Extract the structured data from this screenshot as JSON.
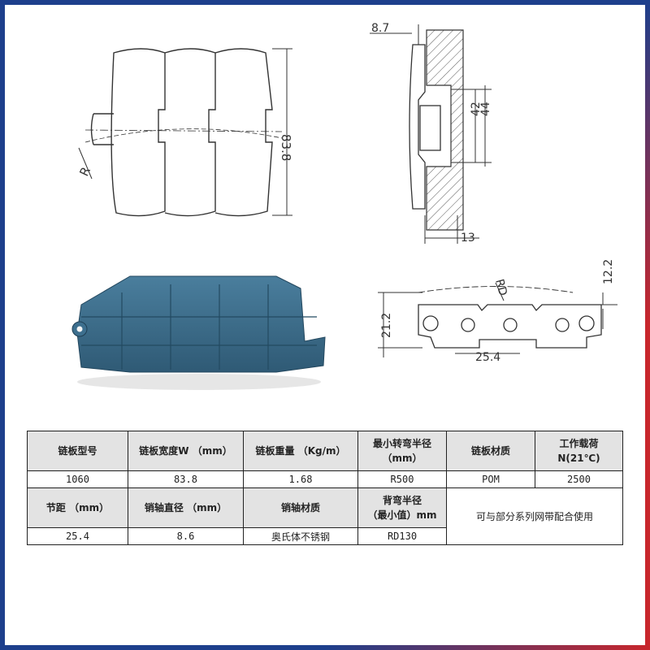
{
  "drawing": {
    "dim_width": "83.8",
    "dim_radius": "R",
    "dim_8_7": "8.7",
    "dim_42": "42",
    "dim_44": "44",
    "dim_13": "13",
    "dim_rd": "RD",
    "dim_12_2": "12.2",
    "dim_21_2": "21.2",
    "dim_25_4": "25.4"
  },
  "colors": {
    "chain_blue": "#3d6f8e",
    "border_blue": "#1d3f8c",
    "border_red": "#c8262c",
    "header_gray": "#e3e3e3"
  },
  "table": {
    "row1_headers": [
      "链板型号",
      "链板宽度W （mm）",
      "链板重量 （Kg/m）",
      "最小转弯半径",
      "（mm）",
      "链板材质",
      "工作载荷",
      "N(21℃)"
    ],
    "row1_values": [
      "1060",
      "83.8",
      "1.68",
      "R500",
      "POM",
      "2500"
    ],
    "row2_headers": [
      "节距 （mm）",
      "销轴直径 （mm）",
      "销轴材质",
      "背弯半径",
      "（最小值）mm"
    ],
    "row2_values": [
      "25.4",
      "8.6",
      "奥氏体不锈钢",
      "RD130"
    ],
    "note": "可与部分系列网带配合使用"
  }
}
